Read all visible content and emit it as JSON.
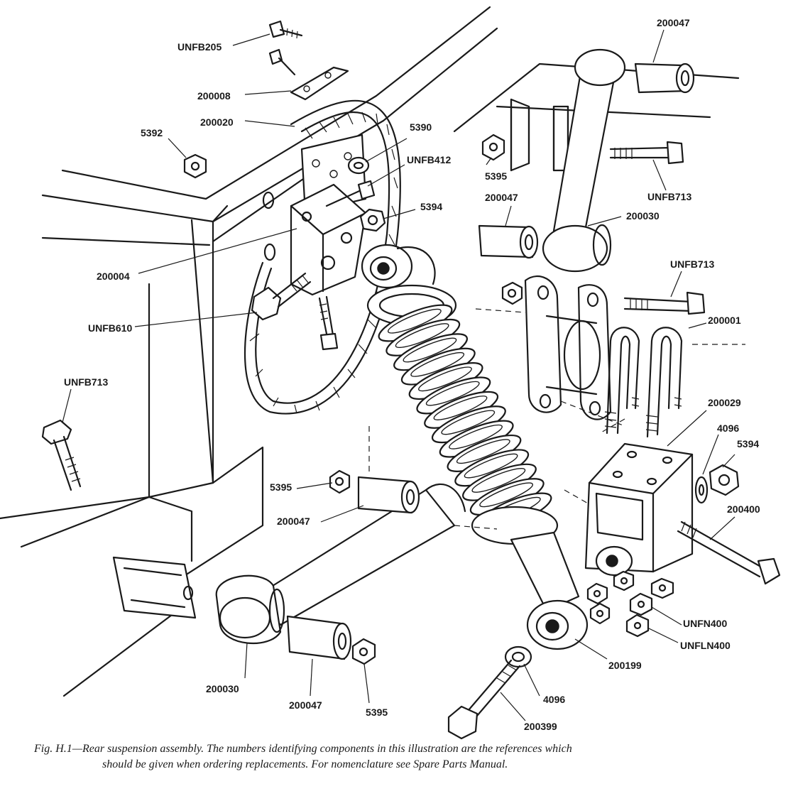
{
  "caption": {
    "figure": "Fig. H.1",
    "line1": "—Rear suspension assembly. The numbers identifying components in this illustration are the references which",
    "line2": "should be given when ordering replacements. For nomenclature see Spare Parts Manual."
  },
  "labels": {
    "unfb205": "UNFB205",
    "p200008": "200008",
    "p200020": "200020",
    "p5392": "5392",
    "p5390": "5390",
    "unfb412": "UNFB412",
    "p5394_top": "5394",
    "p200004": "200004",
    "unfb610": "UNFB610",
    "unfb713_left": "UNFB713",
    "p200047_top": "200047",
    "p5395_top": "5395",
    "p200047_mid": "200047",
    "unfb713_top": "UNFB713",
    "p200030_top": "200030",
    "unfb713_right": "UNFB713",
    "p200001": "200001",
    "p200029": "200029",
    "p4096_right": "4096",
    "p5394_right": "5394",
    "p200400": "200400",
    "p5395_left": "5395",
    "p200047_left": "200047",
    "unfn400": "UNFN400",
    "unfln400": "UNFLN400",
    "p200199": "200199",
    "p200030_bottom": "200030",
    "p200047_bottom": "200047",
    "p5395_bottom": "5395",
    "p4096_bottom": "4096",
    "p200399": "200399"
  }
}
